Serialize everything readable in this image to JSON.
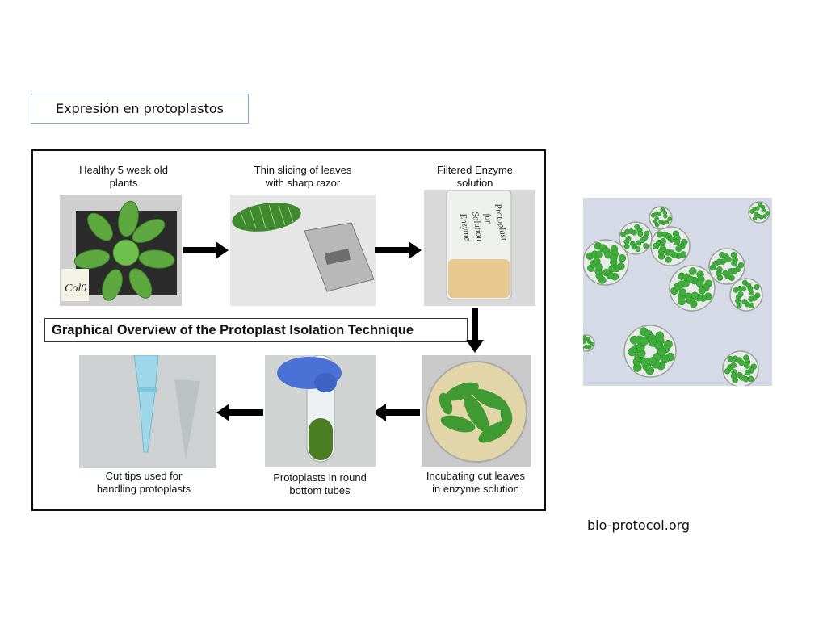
{
  "slide_title": "Expresión en protoplastos",
  "figure": {
    "banner": "Graphical Overview of the Protoplast Isolation Technique",
    "steps": [
      {
        "caption_line1": "Healthy 5 week old",
        "caption_line2": "plants",
        "photo_label": "Col0"
      },
      {
        "caption_line1": "Thin slicing of leaves",
        "caption_line2": "with sharp razor"
      },
      {
        "caption_line1": "Filtered Enzyme",
        "caption_line2": "solution",
        "tube_label": "Enzyme Solution for Protoplast"
      },
      {
        "caption_line1": "Incubating cut leaves",
        "caption_line2": "in enzyme solution"
      },
      {
        "caption_line1": "Protoplasts in round",
        "caption_line2": "bottom tubes"
      },
      {
        "caption_line1": "Cut tips used for",
        "caption_line2": "handling protoplasts"
      }
    ]
  },
  "source": "bio-protocol.org",
  "colors": {
    "title_border": "#7da6d6",
    "leaf_green": "#4f9a3a",
    "chloroplast": "#3fae3a"
  }
}
